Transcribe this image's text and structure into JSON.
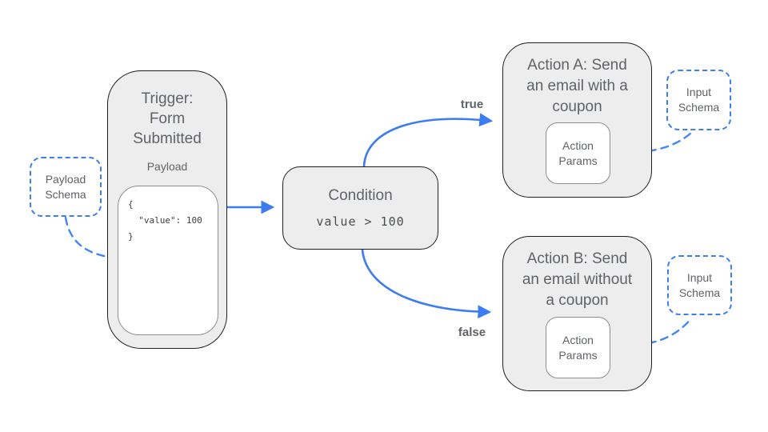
{
  "diagram": {
    "type": "workflow-flowchart",
    "colors": {
      "accent_blue": "#3b7cf2",
      "dashed_blue": "#4285f4",
      "node_fill": "#ededed",
      "node_border": "#1f1f1f",
      "text_gray": "#5f6368"
    },
    "nodes": {
      "trigger": {
        "title": "Trigger:\nForm\nSubmitted",
        "payload_label": "Payload",
        "payload_json": "{\n  \"value\": 100\n}"
      },
      "payload_schema": {
        "label": "Payload\nSchema"
      },
      "condition": {
        "title": "Condition",
        "expression": "value > 100"
      },
      "action_a": {
        "title": "Action A: Send\nan email with a\ncoupon",
        "params_label": "Action\nParams"
      },
      "input_schema_a": {
        "label": "Input\nSchema"
      },
      "action_b": {
        "title": "Action B: Send\nan email without\na coupon",
        "params_label": "Action\nParams"
      },
      "input_schema_b": {
        "label": "Input\nSchema"
      }
    },
    "edges": {
      "true_label": "true",
      "false_label": "false"
    }
  }
}
